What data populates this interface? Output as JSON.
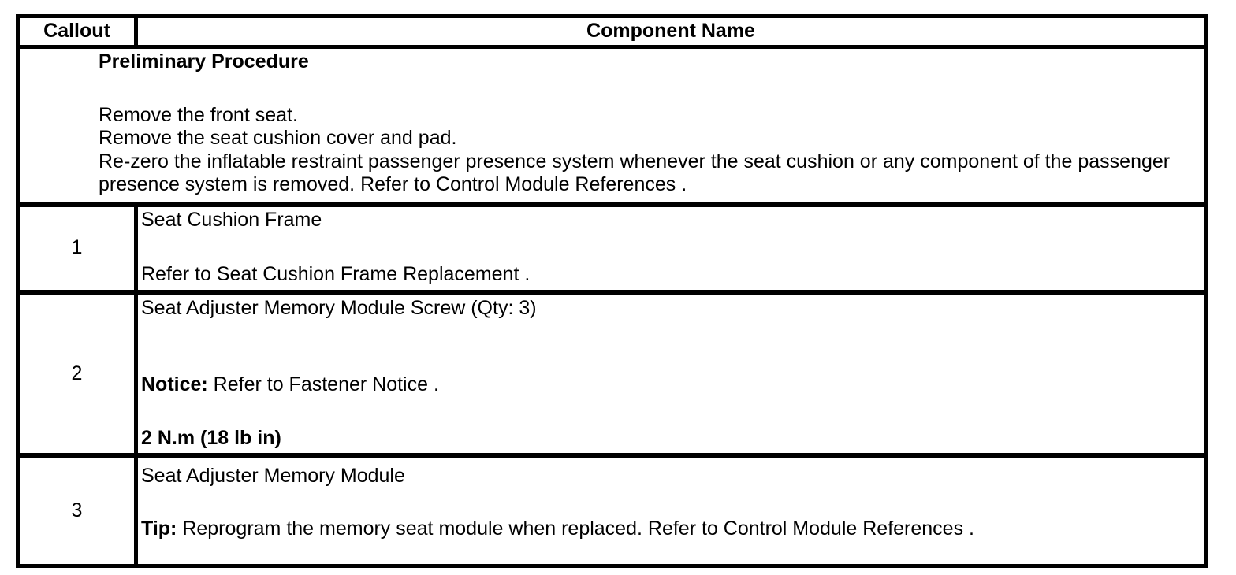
{
  "header": {
    "callout": "Callout",
    "component": "Component Name"
  },
  "preliminary": {
    "title": "Preliminary Procedure",
    "steps": [
      "Remove the front seat.",
      "Remove the seat cushion cover and pad.",
      "Re-zero the inflatable restraint passenger presence system whenever the seat cushion or any component of the passenger presence system is removed. Refer to Control Module References ."
    ]
  },
  "rows": [
    {
      "callout": "1",
      "name": "Seat Cushion Frame",
      "refer": "Refer to Seat Cushion Frame Replacement ."
    },
    {
      "callout": "2",
      "name": "Seat Adjuster Memory Module Screw (Qty: 3)",
      "notice_label": "Notice:",
      "notice_text": " Refer to Fastener Notice .",
      "torque": "2 N.m (18 lb in)"
    },
    {
      "callout": "3",
      "name": "Seat Adjuster Memory Module",
      "tip_label": "Tip:",
      "tip_text": " Reprogram the memory seat module when replaced. Refer to Control Module References ."
    }
  ],
  "colors": {
    "border": "#000000",
    "text": "#000000",
    "background": "#ffffff"
  }
}
